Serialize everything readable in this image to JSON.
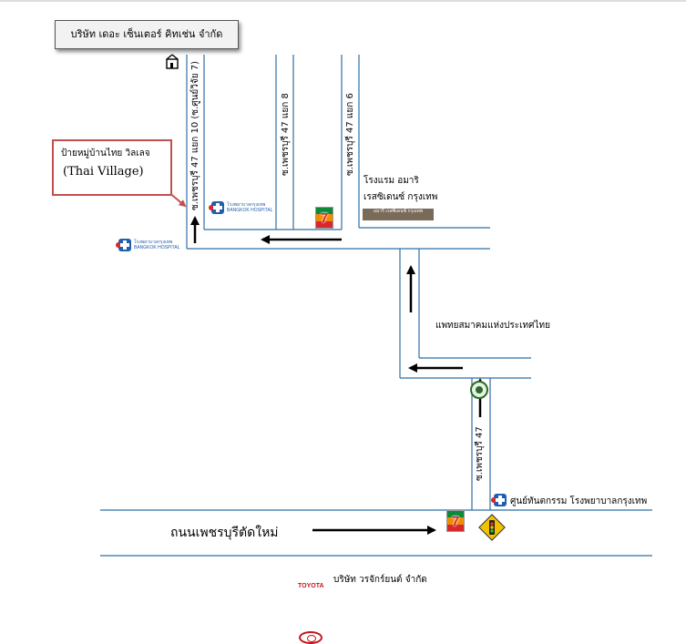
{
  "company_title": "บริษัท เดอะ เซ็นเตอร์ คิทเช่น จำกัด",
  "callout": {
    "thai": "ป้ายหมู่บ้านไทย วิลเลจ",
    "english": "(Thai Village)"
  },
  "streets": {
    "soi_47_10": "ซ.เพชรบุรี 47 แยก 10 (ซ.ศูนย์วิจัย 7)",
    "soi_47_8": "ซ.เพชรบุรี 47 แยก 8",
    "soi_47_6": "ซ.เพชรบุรี 47 แยก 6",
    "soi_47": "ซ.เพชรบุรี 47",
    "main_road": "ถนนเพชรบุรีตัดใหม่"
  },
  "landmarks": {
    "hotel_name": "โรงแรม อมาริ",
    "residence_name": "เรสซิเดนซ์ กรุงเทพ",
    "hotel_sign": "อมารี เรสซิเดนซ์ กรุงเทพ",
    "medical_association": "แพทยสมาคมแห่งประเทศไทย",
    "hospital_center": "ศูนย์ทันตกรรม โรงพยาบาลกรุงเทพ",
    "toyota_company": "บริษัท วรจักร์ยนต์ จำกัด",
    "seven_eleven": "7",
    "hospital_logo_thai": "โรงพยาบาลกรุงเทพ",
    "hospital_logo_en": "BANGKOK HOSPITAL",
    "toyota_word": "TOYOTA"
  },
  "icons": [
    "building-icon",
    "hospital-logo-icon",
    "seven-eleven-icon",
    "traffic-light-icon",
    "toyota-logo-icon",
    "association-logo-icon",
    "direction-arrow-icon"
  ],
  "colors": {
    "road_line": "#2f6fa8",
    "callout_border": "#c0504d",
    "traffic_sign": "#f2c200",
    "arrow": "#000000"
  }
}
